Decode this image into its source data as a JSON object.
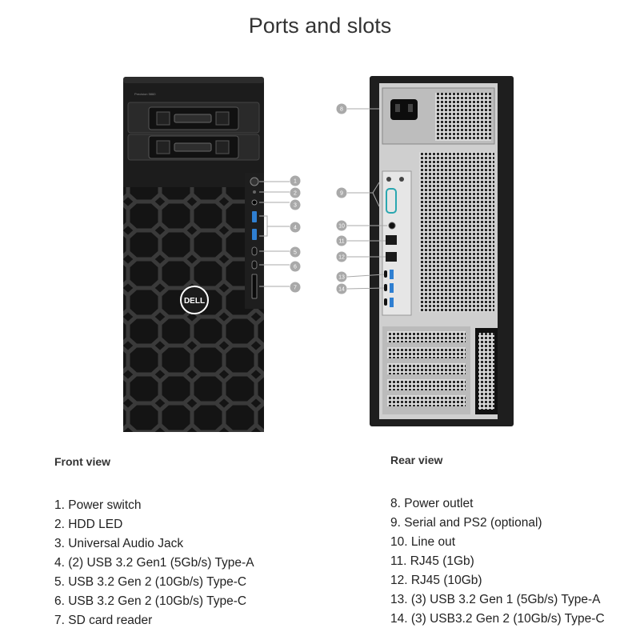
{
  "page": {
    "title": "Ports and slots"
  },
  "front": {
    "heading": "Front view",
    "model_label": "Precision 5860",
    "items": [
      {
        "n": "1",
        "label": "1. Power switch"
      },
      {
        "n": "2",
        "label": "2. HDD LED"
      },
      {
        "n": "3",
        "label": "3. Universal Audio Jack"
      },
      {
        "n": "4",
        "label": "4. (2) USB 3.2 Gen1 (5Gb/s) Type-A"
      },
      {
        "n": "5",
        "label": "5. USB 3.2 Gen 2 (10Gb/s) Type-C"
      },
      {
        "n": "6",
        "label": "6. USB 3.2 Gen 2 (10Gb/s) Type-C"
      },
      {
        "n": "7",
        "label": "7. SD card reader"
      }
    ]
  },
  "rear": {
    "heading": "Rear view",
    "items": [
      {
        "n": "8",
        "label": "8. Power outlet"
      },
      {
        "n": "9",
        "label": "9. Serial and PS2 (optional)"
      },
      {
        "n": "10",
        "label": "10. Line out"
      },
      {
        "n": "11",
        "label": "11. RJ45 (1Gb)"
      },
      {
        "n": "12",
        "label": "12. RJ45 (10Gb)"
      },
      {
        "n": "13",
        "label": "13. (3) USB 3.2 Gen 1 (5Gb/s) Type-A"
      },
      {
        "n": "14",
        "label": "14. (3) USB3.2 Gen 2 (10Gb/s) Type-C"
      }
    ]
  },
  "brand": {
    "logo_text": "DELL"
  },
  "colors": {
    "callout": "#a9a9a9",
    "chassis": "#1b1b1b",
    "usb_blue": "#2f7fd1",
    "serial_teal": "#2aa7b0"
  }
}
